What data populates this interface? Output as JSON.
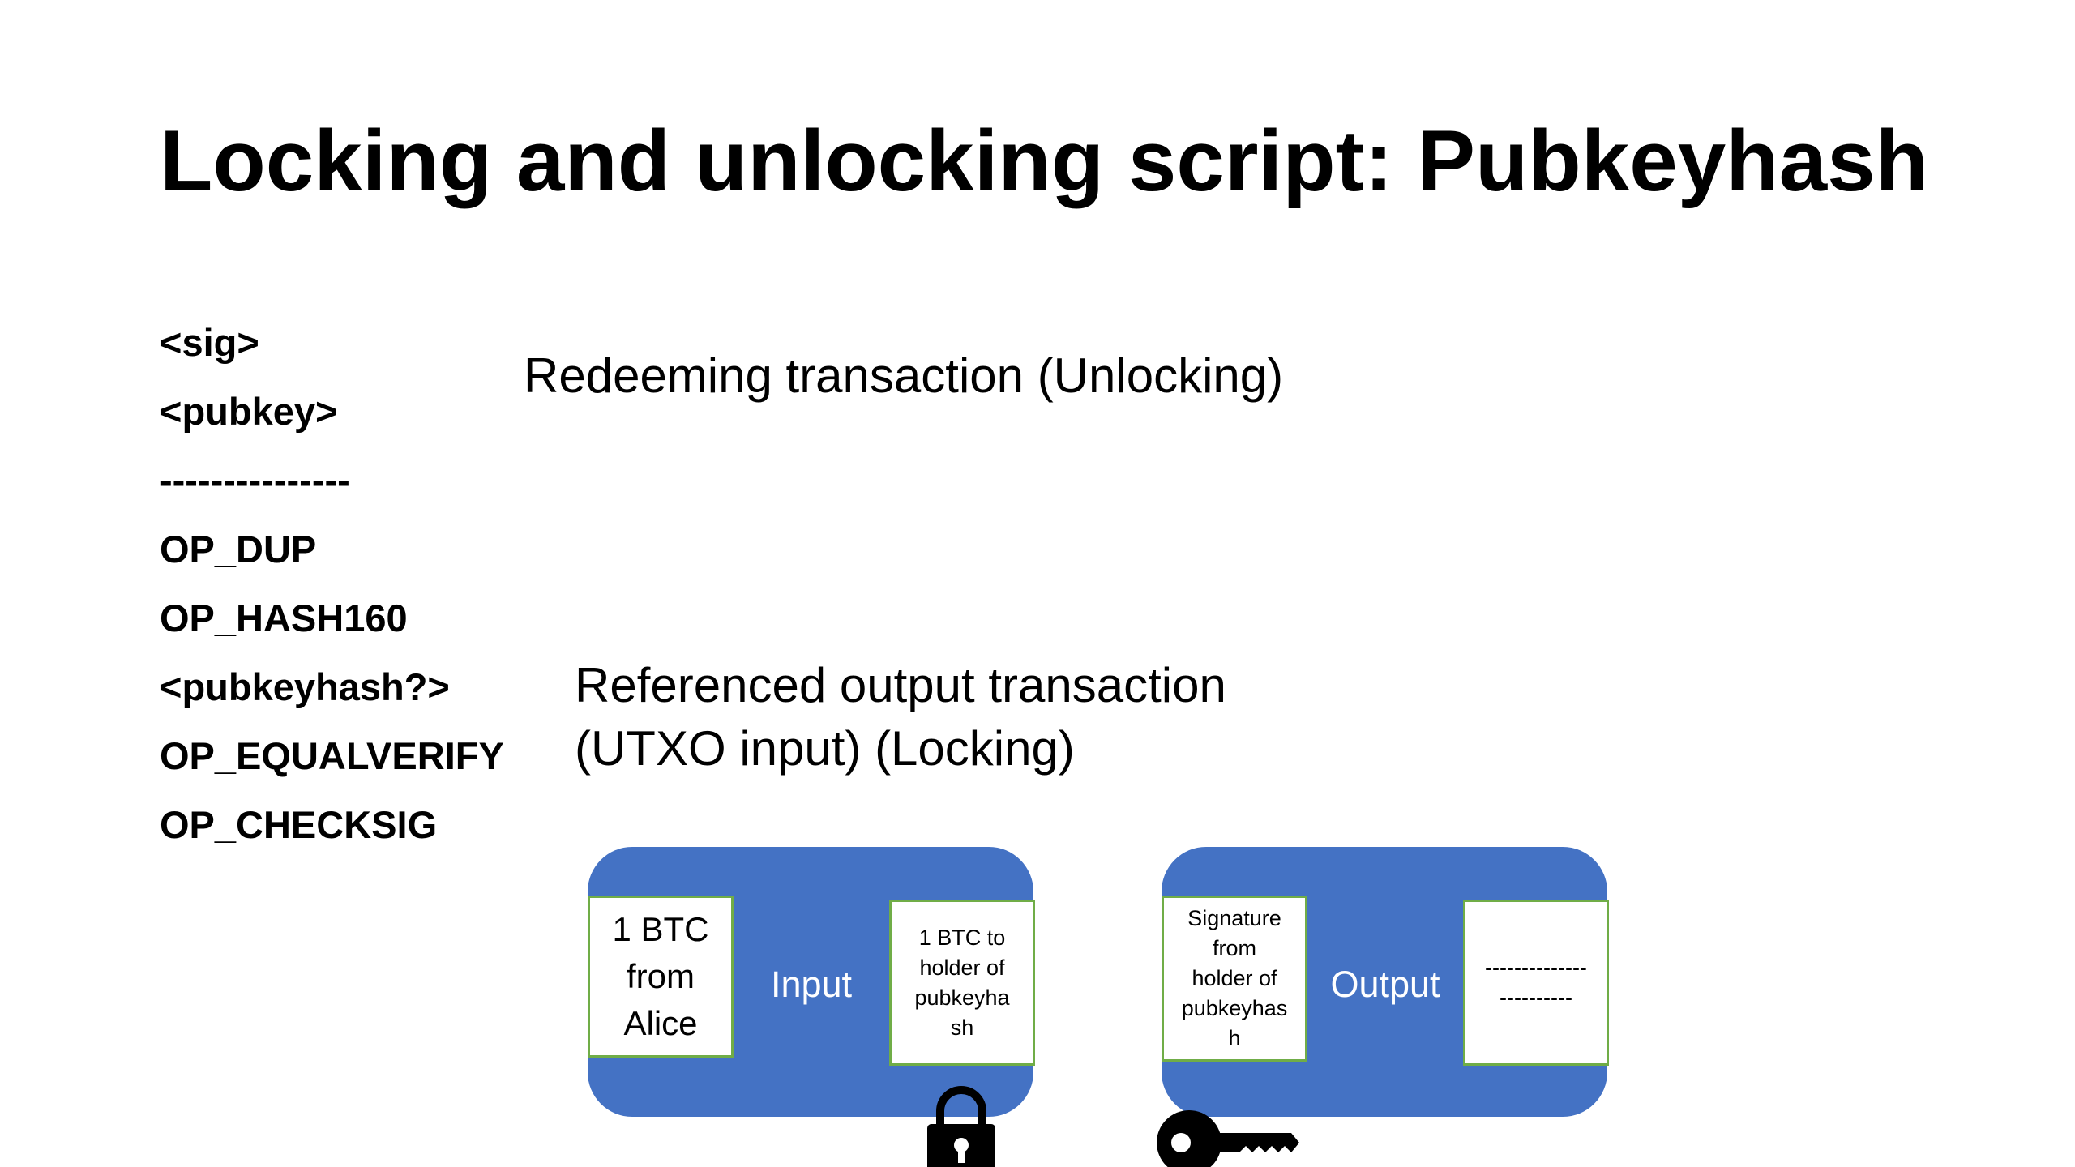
{
  "title": "Locking and unlocking script: Pubkeyhash",
  "script_lines": [
    "<sig>",
    "<pubkey>",
    "---------------",
    "OP_DUP",
    "OP_HASH160",
    "<pubkeyhash?>",
    "OP_EQUALVERIFY",
    "OP_CHECKSIG"
  ],
  "labels": {
    "unlocking": "Redeeming transaction (Unlocking)",
    "locking_line1": "Referenced output transaction",
    "locking_line2": "(UTXO input) (Locking)"
  },
  "input_box": {
    "label": "Input",
    "left_cell": "1 BTC\nfrom\nAlice",
    "right_cell": "1 BTC to\nholder of\npubkeyha\nsh"
  },
  "output_box": {
    "label": "Output",
    "left_cell": "Signature\nfrom\nholder of\npubkeyhas\nh",
    "right_cell": "--------------\n----------"
  },
  "icons": {
    "lock": "lock-icon",
    "key": "key-icon"
  },
  "colors": {
    "box_fill": "#4472c4",
    "cell_border": "#70ad47",
    "text": "#000000"
  }
}
